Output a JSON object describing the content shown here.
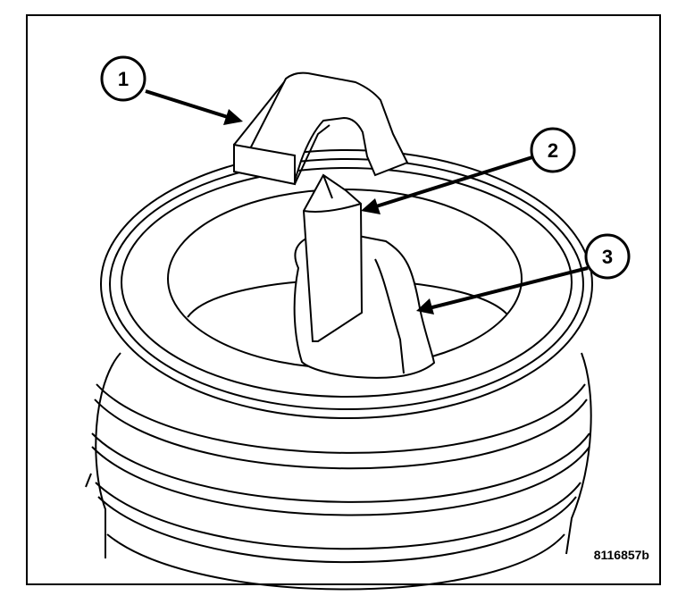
{
  "callouts": [
    {
      "label": "1"
    },
    {
      "label": "2"
    },
    {
      "label": "3"
    }
  ],
  "figure_id": "8116857b",
  "colors": {
    "line": "#000000",
    "background": "#ffffff"
  }
}
